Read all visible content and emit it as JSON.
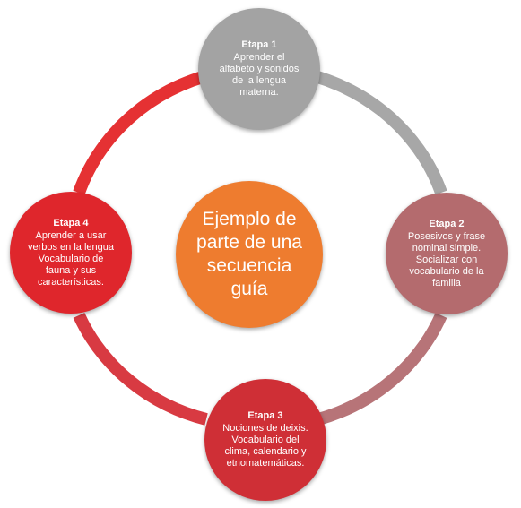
{
  "colors": {
    "stage1": "#a3a3a3",
    "stage2": "#b46b6e",
    "stage3": "#cf2f36",
    "stage4": "#df262c",
    "center": "#ee7c2f",
    "ring_grey": "#a7a7a7",
    "ring_rose": "#b77478",
    "ring_red": "#d83a42",
    "ring_bright_red": "#e53133"
  },
  "center": {
    "text": "Ejemplo de\nparte de una\nsecuencia\nguía"
  },
  "stages": [
    {
      "title": "Etapa 1",
      "text": "Aprender el\nalfabeto y sonidos\nde la lengua\nmaterna."
    },
    {
      "title": "Etapa 2",
      "text": "Posesivos y frase\nnominal simple.\nSocializar con\nvocabulario de la\nfamilia"
    },
    {
      "title": "Etapa 3",
      "text": "Nociones de deixis.\nVocabulario del\nclima, calendario y\netnomatemáticas."
    },
    {
      "title": "Etapa 4",
      "text": "Aprender a usar\nverbos en la lengua\nVocabulario de\nfauna y sus\ncaracterísticas."
    }
  ]
}
